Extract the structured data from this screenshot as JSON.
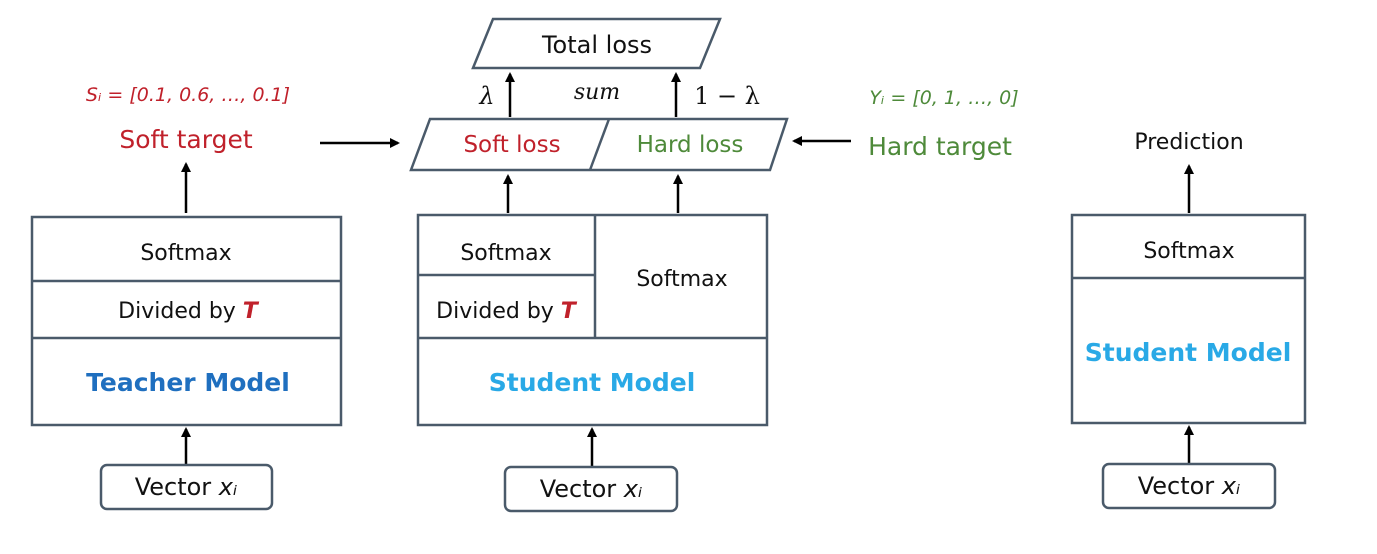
{
  "top": {
    "total_loss": "Total loss",
    "lambda": "λ",
    "sum": "sum",
    "one_minus_lambda": "1 − λ"
  },
  "loss_row": {
    "soft_loss": "Soft loss",
    "hard_loss": "Hard loss"
  },
  "soft_target": {
    "formula": "Sᵢ = [0.1, 0.6, …, 0.1]",
    "label": "Soft target"
  },
  "hard_target": {
    "formula": "Yᵢ = [0, 1, …, 0]",
    "label": "Hard target"
  },
  "teacher": {
    "softmax": "Softmax",
    "divided_prefix": "Divided by ",
    "temperature": "T",
    "model": "Teacher Model",
    "vector_prefix": "Vector ",
    "vector_var": "xᵢ"
  },
  "student_train": {
    "softmax_left": "Softmax",
    "divided_prefix": "Divided by ",
    "temperature": "T",
    "softmax_right": "Softmax",
    "model": "Student Model",
    "vector_prefix": "Vector ",
    "vector_var": "xᵢ"
  },
  "student_infer": {
    "prediction": "Prediction",
    "softmax": "Softmax",
    "model": "Student Model",
    "vector_prefix": "Vector ",
    "vector_var": "xᵢ"
  },
  "colors": {
    "teacher_blue": "#1f6fbf",
    "student_blue": "#29a9e6",
    "soft_red": "#c0212b",
    "hard_green": "#4e8a3a"
  }
}
